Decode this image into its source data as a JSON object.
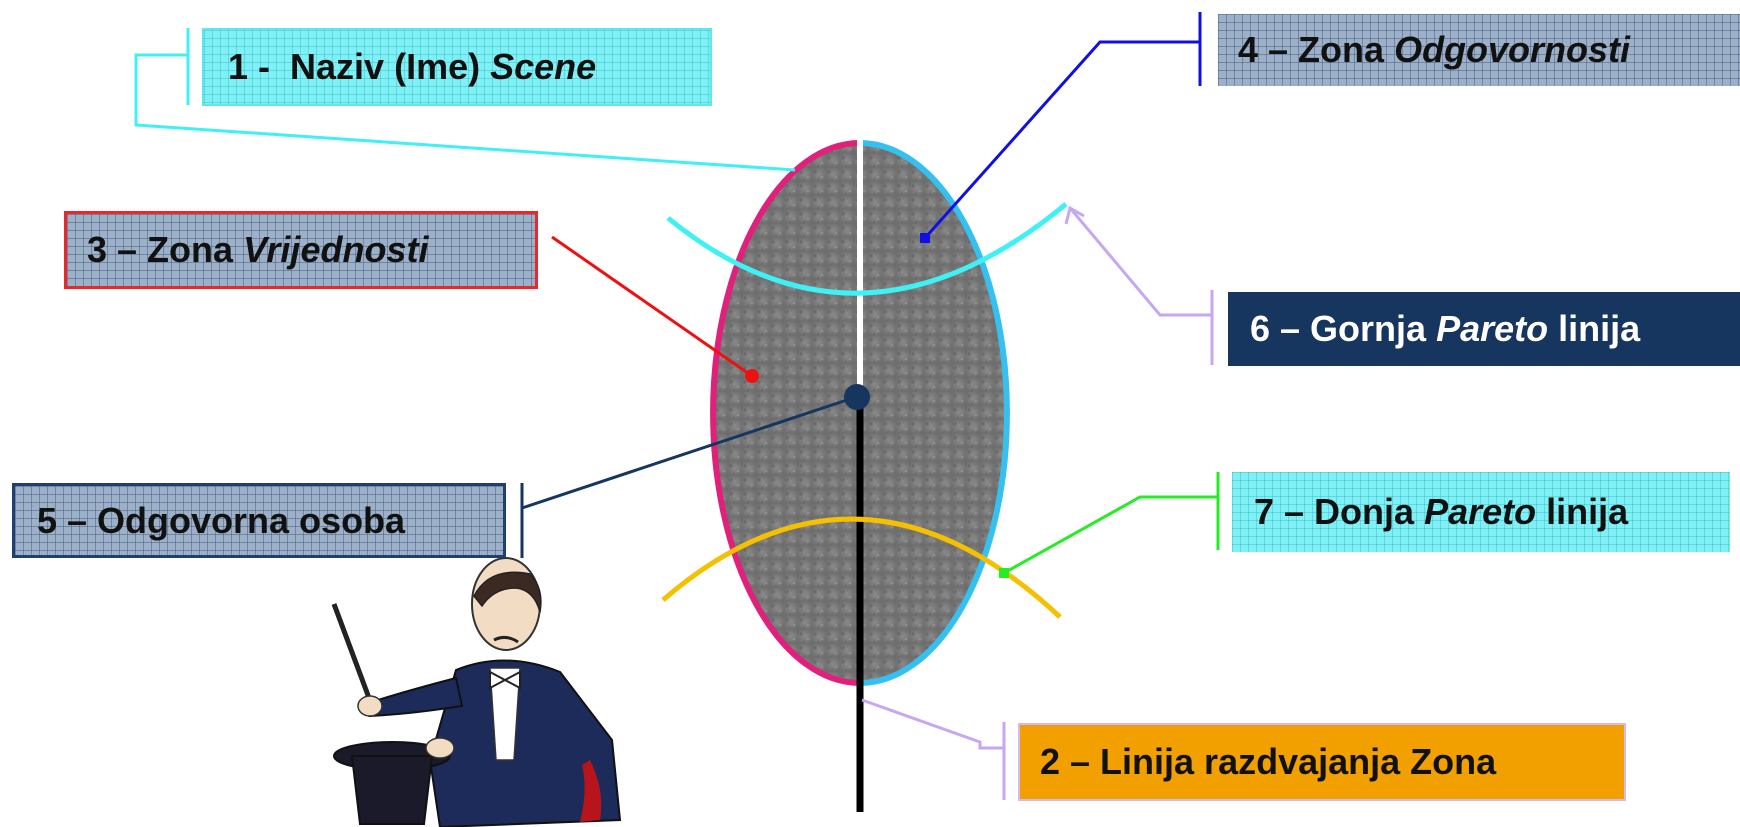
{
  "labels": {
    "l1": {
      "number": "1 -",
      "main": "Naziv (Ime)",
      "italic": "Scene",
      "suffix": ""
    },
    "l2": {
      "text": "2 – Linija razdvajanja Zona"
    },
    "l3": {
      "prefix": "3 – Zona",
      "italic": "Vrijednosti"
    },
    "l4": {
      "prefix": "4 – Zona",
      "italic": "Odgovornosti"
    },
    "l5": {
      "text": "5 – Odgovorna osoba"
    },
    "l6": {
      "prefix": "6 – Gornja",
      "italic": "Pareto",
      "suffix": "linija"
    },
    "l7": {
      "prefix": "7 – Donja",
      "italic": "Pareto",
      "suffix": "linija"
    }
  },
  "colors": {
    "cyan": "#3ff0f5",
    "red": "#ee1111",
    "blue": "#1010e0",
    "navy": "#16355f",
    "lavender": "#c7a6f2",
    "green": "#22ee22",
    "gold": "#f5c000",
    "magenta": "#e0207a",
    "sky": "#35c0f0",
    "orange": "#f2a000"
  },
  "illustration": "magician-with-top-hat"
}
